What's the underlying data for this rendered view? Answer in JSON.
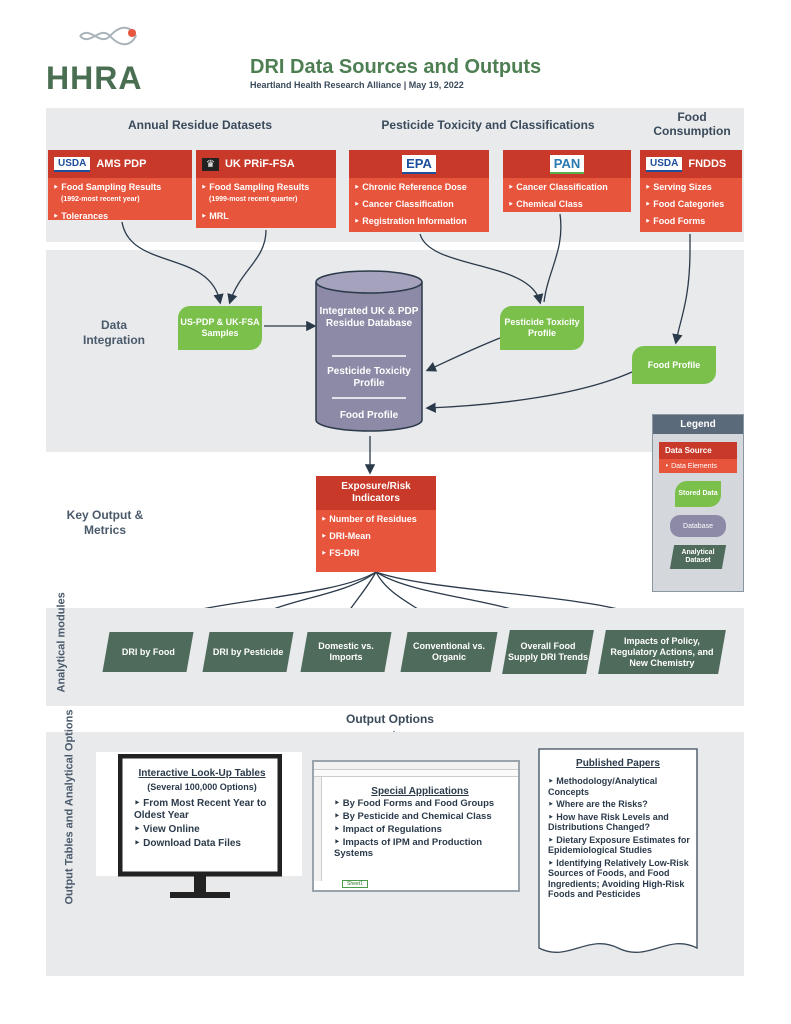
{
  "header": {
    "title": "DRI Data Sources and Outputs",
    "subtitle": "Heartland Health Research Alliance  |  May 19, 2022",
    "logo_text": "HHRA"
  },
  "sections": {
    "annual_residue": "Annual Residue Datasets",
    "pesticide_tox": "Pesticide Toxicity and Classifications",
    "food_consumption": "Food Consumption",
    "data_integration": "Data Integration",
    "key_output": "Key Output & Metrics",
    "analytical_modules": "Analytical modules",
    "output_options": "Output Options",
    "output_tables": "Output Tables and Analytical Options"
  },
  "sources": [
    {
      "logo": "USDA",
      "name": "AMS PDP",
      "items": [
        "Food Sampling Results",
        "(1992-most recent year)",
        "Tolerances"
      ]
    },
    {
      "logo": "♛",
      "name": "UK PRiF-FSA",
      "items": [
        "Food Sampling Results",
        "(1999-most recent quarter)",
        "MRL"
      ]
    },
    {
      "logo": "EPA",
      "name": "",
      "items": [
        "Chronic Reference Dose",
        "Cancer Classification",
        "Registration Information"
      ]
    },
    {
      "logo": "PAN",
      "name": "",
      "items": [
        "Cancer Classification",
        "Chemical Class"
      ]
    },
    {
      "logo": "USDA",
      "name": "FNDDS",
      "items": [
        "Serving Sizes",
        "Food Categories",
        "Food Forms"
      ]
    }
  ],
  "stored": {
    "samples": "US-PDP & UK-FSA Samples",
    "tox_profile": "Pesticide Toxicity Profile",
    "food_profile": "Food Profile"
  },
  "database": {
    "part1": "Integrated UK & PDP Residue Database",
    "part2": "Pesticide Toxicity Profile",
    "part3": "Food Profile"
  },
  "indicators": {
    "title": "Exposure/Risk Indicators",
    "items": [
      "Number of Residues",
      "DRI-Mean",
      "FS-DRI"
    ]
  },
  "legend": {
    "title": "Legend",
    "data_source": "Data Source",
    "data_elements": "Data Elements",
    "stored": "Stored Data",
    "database": "Database",
    "analytical": "Analytical Dataset"
  },
  "modules": [
    "DRI by Food",
    "DRI by Pesticide",
    "Domestic vs. Imports",
    "Conventional vs. Organic",
    "Overall Food Supply DRI Trends",
    "Impacts of Policy, Regulatory Actions, and New Chemistry"
  ],
  "lookup": {
    "title": "Interactive Look-Up Tables",
    "subtitle": "(Several 100,000 Options)",
    "items": [
      "From Most Recent Year to Oldest Year",
      "View Online",
      "Download Data Files"
    ]
  },
  "special": {
    "title": "Special Applications",
    "items": [
      "By Food Forms and Food Groups",
      "By Pesticide and Chemical Class",
      "Impact of Regulations",
      "Impacts of IPM and Production Systems"
    ],
    "sheet_tab": "Sheet1"
  },
  "papers": {
    "title": "Published Papers",
    "items": [
      "Methodology/Analytical Concepts",
      "Where are the Risks?",
      "How have Risk Levels and Distributions Changed?",
      "Dietary Exposure Estimates for Epidemiological Studies",
      "Identifying Relatively Low-Risk Sources of Foods, and Food Ingredients; Avoiding High-Risk Foods and Pesticides"
    ]
  },
  "colors": {
    "source_red": "#e8553d",
    "stored_green": "#7ac04b",
    "module_green": "#4f6b5b",
    "database_purple": "#8c8aa6",
    "band_gray": "#e8eaec"
  }
}
